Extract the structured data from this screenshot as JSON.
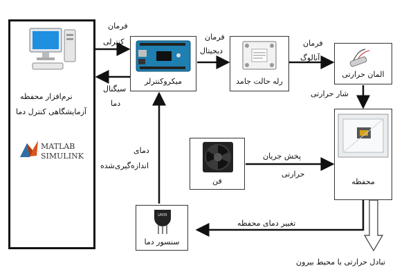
{
  "blocks": {
    "software": {
      "line1": "نرم‌افزار محفظه",
      "line2": "آزمایشگاهی کنترل دما",
      "logo_text": "MATLAB SIMULINK"
    },
    "microcontroller": {
      "label": "میکروکنترلر"
    },
    "relay": {
      "label": "رله حالت جامد"
    },
    "heater": {
      "label": "المان حرارتی"
    },
    "chamber": {
      "label": "محفظه"
    },
    "fan": {
      "label": "فن"
    },
    "sensor": {
      "label": "سنسور دما"
    }
  },
  "edges": {
    "control_cmd": {
      "line1": "فرمان",
      "line2": "کنترلی"
    },
    "temp_signal": {
      "line1": "سیگنال",
      "line2": "دما"
    },
    "digital_cmd": {
      "line1": "فرمان",
      "line2": "دیجیتال"
    },
    "analog_cmd": {
      "line1": "فرمان",
      "line2": "آنالوگ"
    },
    "heat_flux": {
      "label": "شار حرارتی"
    },
    "measured_temp": {
      "line1": "دمای",
      "line2": "اندازه‌گیری‌شده"
    },
    "heat_flow": {
      "line1": "پخش جریان",
      "line2": "حرارتی"
    },
    "temp_change": {
      "label": "تغییر دمای محفظه"
    },
    "exchange": {
      "label": "تبادل حرارتی با محیط بیرون"
    }
  },
  "colors": {
    "line": "#111111",
    "box_border": "#333333"
  }
}
